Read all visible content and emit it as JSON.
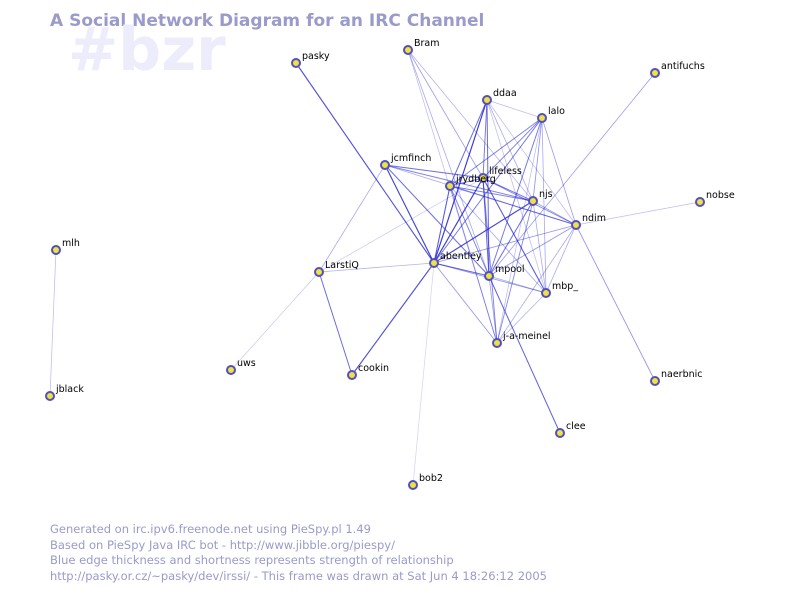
{
  "title": "A Social Network Diagram for an IRC Channel",
  "channel": "#bzr",
  "footer": [
    "Generated on irc.ipv6.freenode.net using PieSpy.pl 1.49",
    "Based on PieSpy Java IRC bot - http://www.jibble.org/piespy/",
    "Blue edge thickness and shortness represents strength of relationship",
    "http://pasky.or.cz/~pasky/dev/irssi/ - This frame was drawn at Sat Jun  4 18:26:12 2005"
  ],
  "colors": {
    "node_fill": "#f0e040",
    "node_stroke": "#5050c0",
    "edge": "#2020d0",
    "title": "#9a9acb",
    "watermark": "#ececfb"
  },
  "nodes": [
    {
      "name": "Bram"
    },
    {
      "name": "pasky"
    },
    {
      "name": "ddaa"
    },
    {
      "name": "antifuchs"
    },
    {
      "name": "lalo"
    },
    {
      "name": "jcmfinch"
    },
    {
      "name": "lifeless"
    },
    {
      "name": "jrydberg"
    },
    {
      "name": "njs"
    },
    {
      "name": "nobse"
    },
    {
      "name": "ndim"
    },
    {
      "name": "mlh"
    },
    {
      "name": "LarstiQ"
    },
    {
      "name": "abentley"
    },
    {
      "name": "mpool"
    },
    {
      "name": "mbp_"
    },
    {
      "name": "j-a-meinel"
    },
    {
      "name": "uws"
    },
    {
      "name": "cookin"
    },
    {
      "name": "naerbnic"
    },
    {
      "name": "jblack"
    },
    {
      "name": "clee"
    },
    {
      "name": "bob2"
    }
  ],
  "edges": [
    {
      "from": "mlh",
      "to": "jblack",
      "strength": 0.2
    },
    {
      "from": "pasky",
      "to": "abentley",
      "strength": 0.75
    },
    {
      "from": "Bram",
      "to": "lifeless",
      "strength": 0.35
    },
    {
      "from": "Bram",
      "to": "mpool",
      "strength": 0.3
    },
    {
      "from": "Bram",
      "to": "njs",
      "strength": 0.25
    },
    {
      "from": "Bram",
      "to": "j-a-meinel",
      "strength": 0.2
    },
    {
      "from": "ddaa",
      "to": "abentley",
      "strength": 0.85
    },
    {
      "from": "ddaa",
      "to": "jrydberg",
      "strength": 0.6
    },
    {
      "from": "ddaa",
      "to": "mpool",
      "strength": 0.6
    },
    {
      "from": "ddaa",
      "to": "lifeless",
      "strength": 0.55
    },
    {
      "from": "ddaa",
      "to": "njs",
      "strength": 0.3
    },
    {
      "from": "ddaa",
      "to": "ndim",
      "strength": 0.2
    },
    {
      "from": "ddaa",
      "to": "lalo",
      "strength": 0.2
    },
    {
      "from": "ddaa",
      "to": "mbp_",
      "strength": 0.2
    },
    {
      "from": "lalo",
      "to": "abentley",
      "strength": 0.55
    },
    {
      "from": "lalo",
      "to": "jrydberg",
      "strength": 0.5
    },
    {
      "from": "lalo",
      "to": "lifeless",
      "strength": 0.5
    },
    {
      "from": "lalo",
      "to": "mpool",
      "strength": 0.55
    },
    {
      "from": "lalo",
      "to": "njs",
      "strength": 0.4
    },
    {
      "from": "lalo",
      "to": "ndim",
      "strength": 0.35
    },
    {
      "from": "lalo",
      "to": "mbp_",
      "strength": 0.3
    },
    {
      "from": "lalo",
      "to": "j-a-meinel",
      "strength": 0.2
    },
    {
      "from": "jcmfinch",
      "to": "abentley",
      "strength": 0.75
    },
    {
      "from": "jcmfinch",
      "to": "lifeless",
      "strength": 0.6
    },
    {
      "from": "jcmfinch",
      "to": "njs",
      "strength": 0.5
    },
    {
      "from": "jcmfinch",
      "to": "mpool",
      "strength": 0.6
    },
    {
      "from": "jcmfinch",
      "to": "LarstiQ",
      "strength": 0.3
    },
    {
      "from": "jcmfinch",
      "to": "ndim",
      "strength": 0.3
    },
    {
      "from": "jrydberg",
      "to": "abentley",
      "strength": 0.7
    },
    {
      "from": "jrydberg",
      "to": "lifeless",
      "strength": 0.55
    },
    {
      "from": "jrydberg",
      "to": "njs",
      "strength": 0.5
    },
    {
      "from": "jrydberg",
      "to": "mpool",
      "strength": 0.5
    },
    {
      "from": "jrydberg",
      "to": "ndim",
      "strength": 0.5
    },
    {
      "from": "jrydberg",
      "to": "j-a-meinel",
      "strength": 0.4
    },
    {
      "from": "jrydberg",
      "to": "mbp_",
      "strength": 0.3
    },
    {
      "from": "lifeless",
      "to": "abentley",
      "strength": 0.85
    },
    {
      "from": "lifeless",
      "to": "mpool",
      "strength": 0.65
    },
    {
      "from": "lifeless",
      "to": "njs",
      "strength": 0.55
    },
    {
      "from": "lifeless",
      "to": "ndim",
      "strength": 0.5
    },
    {
      "from": "lifeless",
      "to": "mbp_",
      "strength": 0.7
    },
    {
      "from": "lifeless",
      "to": "j-a-meinel",
      "strength": 0.5
    },
    {
      "from": "njs",
      "to": "abentley",
      "strength": 0.8
    },
    {
      "from": "njs",
      "to": "mpool",
      "strength": 0.6
    },
    {
      "from": "njs",
      "to": "ndim",
      "strength": 0.35
    },
    {
      "from": "njs",
      "to": "mbp_",
      "strength": 0.3
    },
    {
      "from": "njs",
      "to": "j-a-meinel",
      "strength": 0.45
    },
    {
      "from": "antifuchs",
      "to": "mpool",
      "strength": 0.35
    },
    {
      "from": "nobse",
      "to": "ndim",
      "strength": 0.2
    },
    {
      "from": "ndim",
      "to": "abentley",
      "strength": 0.4
    },
    {
      "from": "ndim",
      "to": "mpool",
      "strength": 0.4
    },
    {
      "from": "ndim",
      "to": "mbp_",
      "strength": 0.3
    },
    {
      "from": "ndim",
      "to": "j-a-meinel",
      "strength": 0.3
    },
    {
      "from": "ndim",
      "to": "naerbnic",
      "strength": 0.4
    },
    {
      "from": "abentley",
      "to": "mpool",
      "strength": 0.65
    },
    {
      "from": "abentley",
      "to": "LarstiQ",
      "strength": 0.25
    },
    {
      "from": "abentley",
      "to": "cookin",
      "strength": 0.75
    },
    {
      "from": "abentley",
      "to": "mbp_",
      "strength": 0.4
    },
    {
      "from": "abentley",
      "to": "j-a-meinel",
      "strength": 0.4
    },
    {
      "from": "abentley",
      "to": "bob2",
      "strength": 0.1
    },
    {
      "from": "abentley",
      "to": "jcmfinch",
      "strength": 0.3
    },
    {
      "from": "mpool",
      "to": "mbp_",
      "strength": 0.3
    },
    {
      "from": "mpool",
      "to": "j-a-meinel",
      "strength": 0.35
    },
    {
      "from": "mpool",
      "to": "clee",
      "strength": 0.65
    },
    {
      "from": "LarstiQ",
      "to": "cookin",
      "strength": 0.6
    },
    {
      "from": "LarstiQ",
      "to": "uws",
      "strength": 0.15
    },
    {
      "from": "LarstiQ",
      "to": "lifeless",
      "strength": 0.15
    },
    {
      "from": "mbp_",
      "to": "j-a-meinel",
      "strength": 0.25
    }
  ]
}
